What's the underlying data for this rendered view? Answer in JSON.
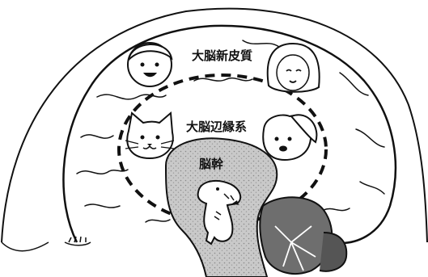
{
  "labels": {
    "cortex": "大脳新皮質",
    "limbic": "大脳辺縁系",
    "brainstem": "脳幹"
  },
  "icons": {
    "human_child": "boy-face-icon",
    "human_adult": "woman-face-icon",
    "mammal_cat": "cat-face-icon",
    "mammal_dog": "dog-face-icon",
    "reptile": "dinosaur-icon"
  },
  "colors": {
    "ink": "#111111",
    "brainstem_fill": "#c8c8c8",
    "cerebellum_fill": "#6e6e6e",
    "background": "#ffffff"
  }
}
